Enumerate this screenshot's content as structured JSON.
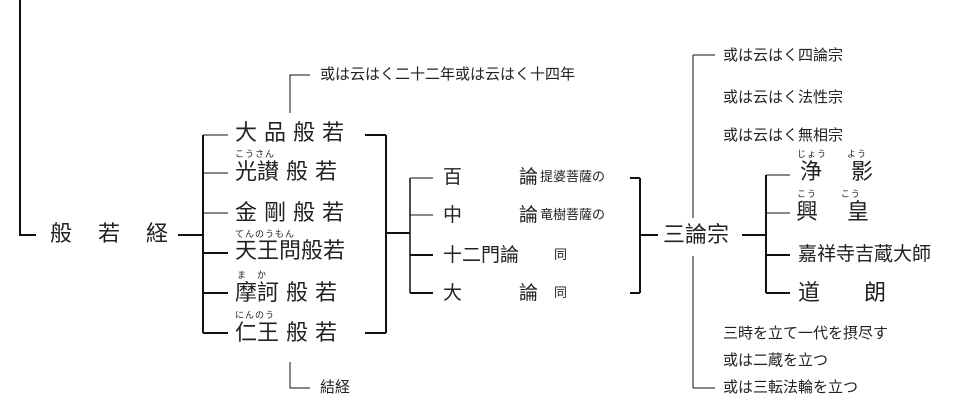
{
  "root": {
    "label": "般　若　経"
  },
  "note_top": "或は云はく二十二年或は云はく十四年",
  "note_bottom": "結経",
  "prajna_sutras": [
    {
      "label": "大 品 般 若",
      "ruby": ""
    },
    {
      "label": "光讃 般 若",
      "ruby": "こうさん"
    },
    {
      "label": "金 剛 般 若",
      "ruby": ""
    },
    {
      "label": "天王問般若",
      "ruby": "てんのうもん"
    },
    {
      "label": "摩訶 般 若",
      "ruby": "ま　か"
    },
    {
      "label": "仁王 般 若",
      "ruby": "にんのう"
    }
  ],
  "treatises": [
    {
      "label": "百　　　論",
      "note": "提婆菩薩の"
    },
    {
      "label": "中　　　論",
      "note": "竜樹菩薩の"
    },
    {
      "label": "十二門論",
      "note": "同"
    },
    {
      "label": "大　　　論",
      "note": "同"
    }
  ],
  "school": {
    "label": "三論宗"
  },
  "school_notes_top": [
    "或は云はく四論宗",
    "或は云はく法性宗",
    "或は云はく無相宗"
  ],
  "school_notes_bottom": [
    "三時を立て一代を摂尽す",
    "或は二蔵を立つ",
    "或は三転法輪を立つ"
  ],
  "masters": [
    {
      "label": "浄　 影",
      "ruby": "じょう　　よう"
    },
    {
      "label": "興　 皇",
      "ruby": "こう　　 こう"
    },
    {
      "label": "嘉祥寺吉蔵大師",
      "ruby": ""
    },
    {
      "label": "道　　朗",
      "ruby": ""
    }
  ]
}
